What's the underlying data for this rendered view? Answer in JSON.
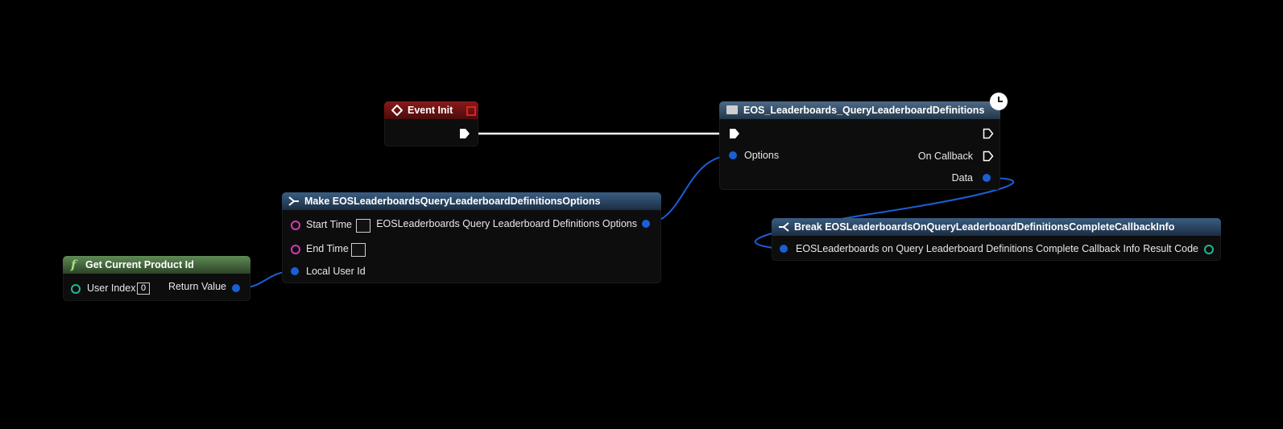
{
  "nodes": {
    "event_init": {
      "title": "Event Init"
    },
    "query": {
      "title": "EOS_Leaderboards_QueryLeaderboardDefinitions",
      "options_label": "Options",
      "on_callback_label": "On Callback",
      "data_label": "Data"
    },
    "make": {
      "title": "Make EOSLeaderboardsQueryLeaderboardDefinitionsOptions",
      "start_time_label": "Start Time",
      "end_time_label": "End Time",
      "local_user_label": "Local User Id",
      "output_label": "EOSLeaderboards Query Leaderboard Definitions Options"
    },
    "break": {
      "title": "Break EOSLeaderboardsOnQueryLeaderboardDefinitionsCompleteCallbackInfo",
      "input_label": "EOSLeaderboards on Query Leaderboard Definitions Complete Callback Info",
      "result_code_label": "Result Code"
    },
    "get_product_id": {
      "title": "Get Current Product Id",
      "user_index_label": "User Index",
      "user_index_value": "0",
      "return_label": "Return Value"
    }
  },
  "icons": {
    "event": "event-diamond-icon",
    "function": "function-f-icon",
    "latent": "clock-icon",
    "make": "make-struct-icon",
    "break": "break-struct-icon"
  },
  "colors": {
    "background": "#000000",
    "struct_pin": "#1a5fd6",
    "int64_pin": "#d43ab4",
    "int_pin": "#1fb897",
    "exec_wire": "#ffffff",
    "event_header": "#8a1a1a",
    "function_header": "#5f8a55"
  }
}
